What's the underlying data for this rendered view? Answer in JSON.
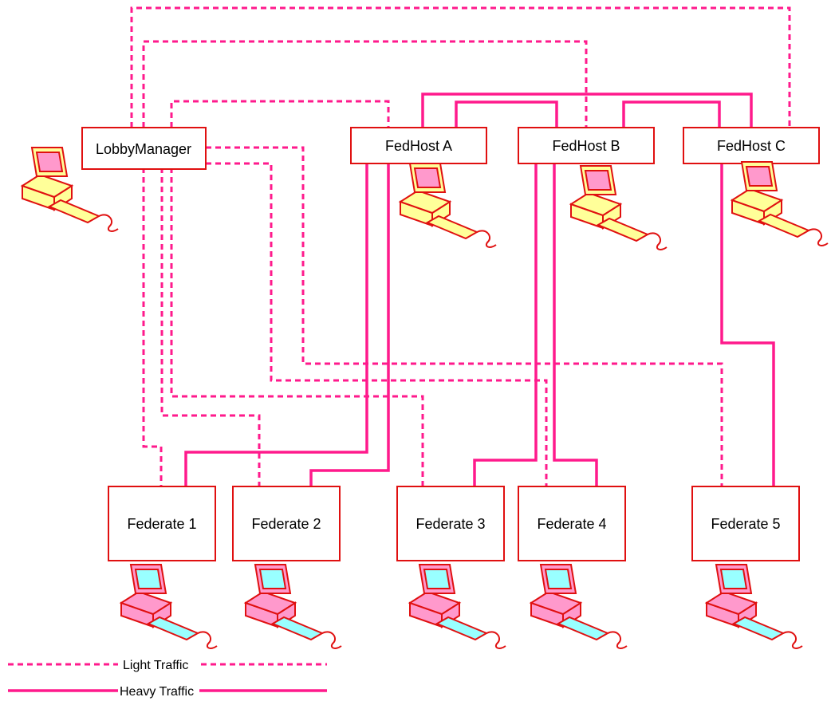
{
  "colors": {
    "line": "#ff1a8c",
    "box_border": "#e01010",
    "box_fill": "#ffffff",
    "computer_outline": "#e01010",
    "computer_body_server": "#ffff99",
    "computer_screen_server": "#ff99cc",
    "computer_body_client": "#ff99cc",
    "computer_screen_client": "#99ffff"
  },
  "nodes": {
    "lobby": "LobbyManager",
    "fedhost_a": "FedHost A",
    "fedhost_b": "FedHost B",
    "fedhost_c": "FedHost C",
    "federate_1": "Federate 1",
    "federate_2": "Federate 2",
    "federate_3": "Federate 3",
    "federate_4": "Federate 4",
    "federate_5": "Federate 5"
  },
  "legend": {
    "light": "Light Traffic",
    "heavy": "Heavy Traffic"
  },
  "icons": {
    "server": "computer-icon",
    "client": "computer-icon"
  }
}
